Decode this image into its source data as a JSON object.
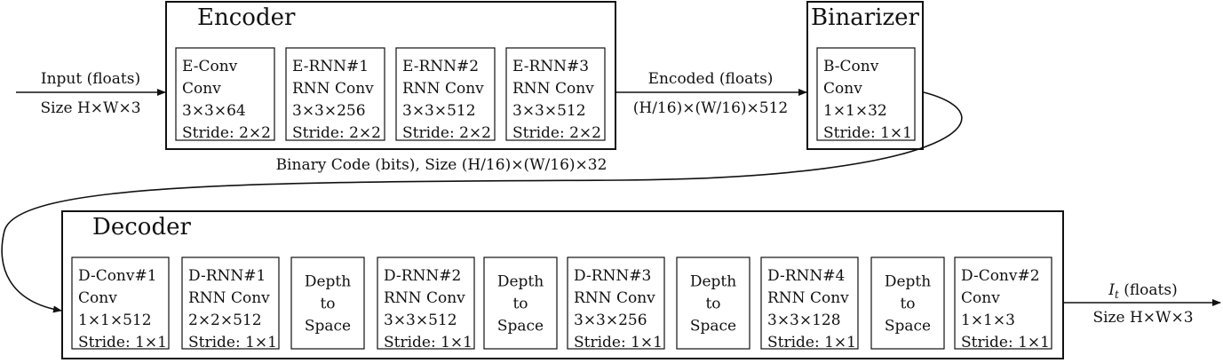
{
  "encoder": {
    "title": "Encoder",
    "boxes": [
      {
        "lines": [
          "E-Conv",
          "Conv",
          "3×3×64",
          "Stride: 2×2"
        ]
      },
      {
        "lines": [
          "E-RNN#1",
          "RNN Conv",
          "3×3×256",
          "Stride: 2×2"
        ]
      },
      {
        "lines": [
          "E-RNN#2",
          "RNN Conv",
          "3×3×512",
          "Stride: 2×2"
        ]
      },
      {
        "lines": [
          "E-RNN#3",
          "RNN Conv",
          "3×3×512",
          "Stride: 2×2"
        ]
      }
    ]
  },
  "binarizer": {
    "title": "Binarizer",
    "boxes": [
      {
        "lines": [
          "B-Conv",
          "Conv",
          "1×1×32",
          "Stride: 1×1"
        ]
      }
    ]
  },
  "decoder": {
    "title": "Decoder",
    "boxes": [
      {
        "lines": [
          "D-Conv#1",
          "Conv",
          "1×1×512",
          "Stride: 1×1"
        ]
      },
      {
        "lines": [
          "D-RNN#1",
          "RNN Conv",
          "2×2×512",
          "Stride: 1×1"
        ]
      },
      {
        "lines": [
          "Depth",
          "to",
          "Space"
        ]
      },
      {
        "lines": [
          "D-RNN#2",
          "RNN Conv",
          "3×3×512",
          "Stride: 1×1"
        ]
      },
      {
        "lines": [
          "Depth",
          "to",
          "Space"
        ]
      },
      {
        "lines": [
          "D-RNN#3",
          "RNN Conv",
          "3×3×256",
          "Stride: 1×1"
        ]
      },
      {
        "lines": [
          "Depth",
          "to",
          "Space"
        ]
      },
      {
        "lines": [
          "D-RNN#4",
          "RNN Conv",
          "3×3×128",
          "Stride: 1×1"
        ]
      },
      {
        "lines": [
          "Depth",
          "to",
          "Space"
        ]
      },
      {
        "lines": [
          "D-Conv#2",
          "Conv",
          "1×1×3",
          "Stride: 1×1"
        ]
      }
    ]
  },
  "arrows": {
    "input_top": "Input (floats)",
    "input_bottom": "Size H×W×3",
    "encoded_top": "Encoded (floats)",
    "encoded_bottom": "(H/16)×(W/16)×512",
    "binary_code": "Binary Code (bits), Size (H/16)×(W/16)×32",
    "output_top_symbol": "I",
    "output_top_subscript": "t",
    "output_top_rest": " (floats)",
    "output_bottom": "Size H×W×3"
  }
}
